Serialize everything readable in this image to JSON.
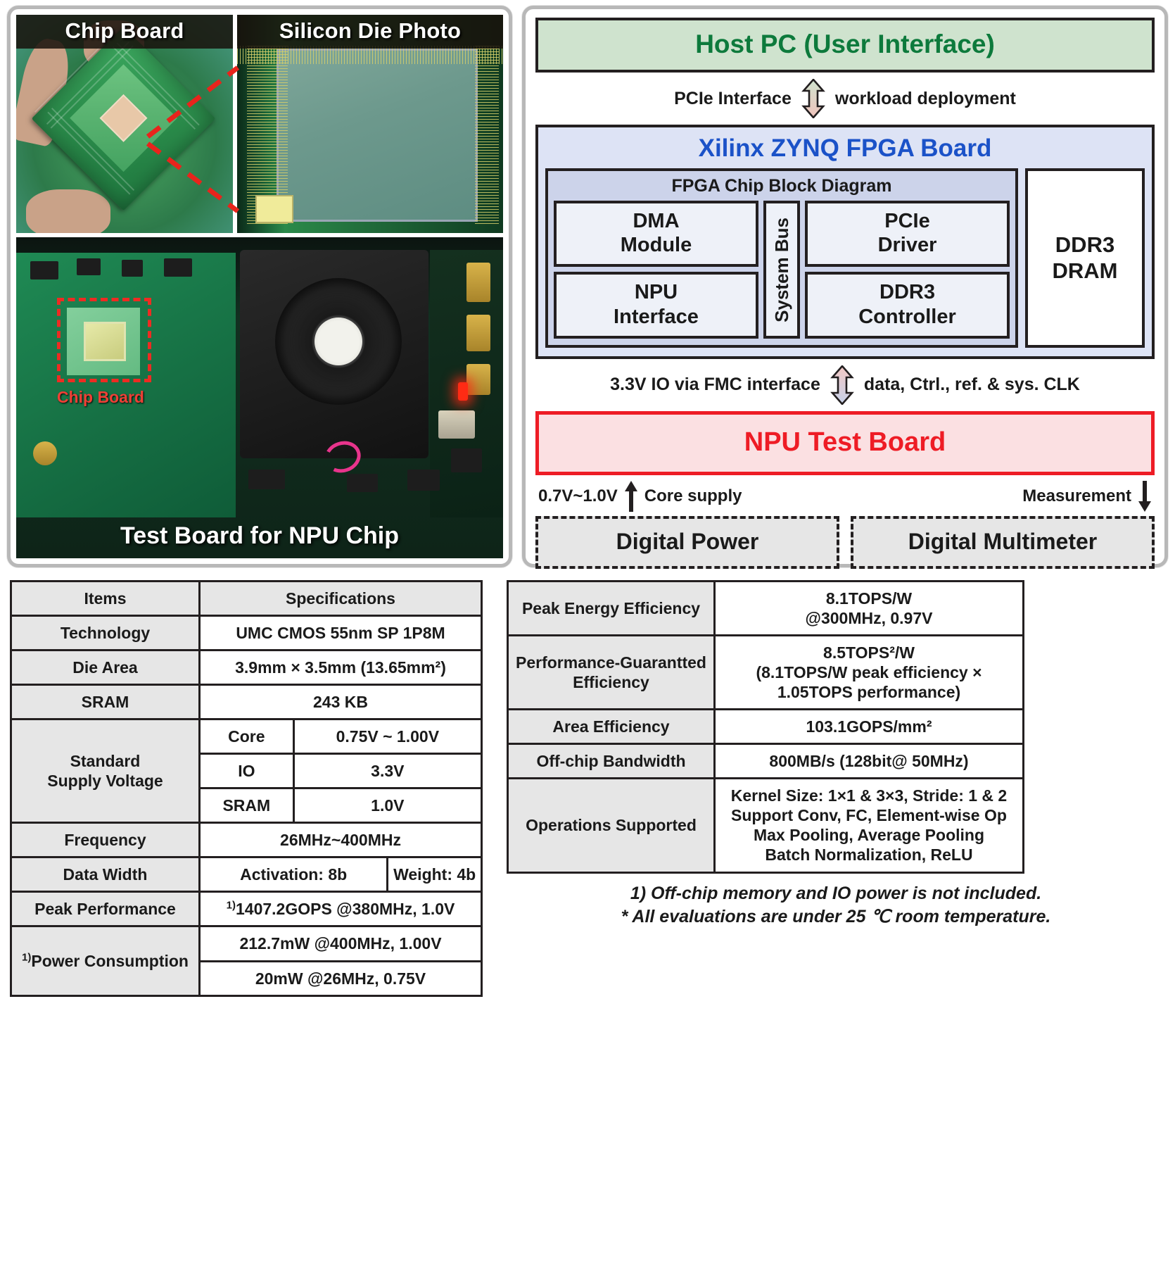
{
  "photos": {
    "chip_board_label": "Chip Board",
    "silicon_die_label": "Silicon Die Photo",
    "chip_board_tag": "Chip Board",
    "board_caption": "Test Board for NPU Chip"
  },
  "diagram": {
    "host_pc": "Host PC (User Interface)",
    "pcie_left": "PCIe Interface",
    "pcie_right": "workload deployment",
    "fpga_board_title": "Xilinx ZYNQ FPGA Board",
    "fpga_chip_title": "FPGA Chip Block Diagram",
    "blocks": {
      "dma": "DMA\nModule",
      "dma_line1": "DMA",
      "dma_line2": "Module",
      "npu_if_line1": "NPU",
      "npu_if_line2": "Interface",
      "system_bus": "System Bus",
      "pcie_line1": "PCIe",
      "pcie_line2": "Driver",
      "ddr3c_line1": "DDR3",
      "ddr3c_line2": "Controller",
      "ddr3_dram_line1": "DDR3",
      "ddr3_dram_line2": "DRAM"
    },
    "fmc_left": "3.3V IO via FMC interface",
    "fmc_right": "data, Ctrl., ref. & sys. CLK",
    "npu_test_board": "NPU Test Board",
    "core_supply_voltage": "0.7V~1.0V",
    "core_supply_label": "Core supply",
    "measurement_label": "Measurement",
    "digital_power": "Digital Power",
    "digital_multimeter": "Digital Multimeter"
  },
  "left_table": {
    "header": {
      "items": "Items",
      "specs": "Specifications"
    },
    "rows": [
      {
        "label": "Technology",
        "value": "UMC CMOS 55nm SP 1P8M"
      },
      {
        "label": "Die Area",
        "value": "3.9mm × 3.5mm (13.65mm²)"
      },
      {
        "label": "SRAM",
        "value": "243 KB"
      }
    ],
    "supply": {
      "label_line1": "Standard",
      "label_line2": "Supply Voltage",
      "sub": [
        {
          "name": "Core",
          "value": "0.75V ~ 1.00V"
        },
        {
          "name": "IO",
          "value": "3.3V"
        },
        {
          "name": "SRAM",
          "value": "1.0V"
        }
      ]
    },
    "frequency": {
      "label": "Frequency",
      "value": "26MHz~400MHz"
    },
    "data_width": {
      "label": "Data Width",
      "activation": "Activation: 8b",
      "weight": "Weight: 4b"
    },
    "peak_performance": {
      "label": "Peak Performance",
      "sup": "1)",
      "value": "1407.2GOPS @380MHz, 1.0V"
    },
    "power_consumption": {
      "sup": "1)",
      "label": "Power Consumption",
      "values": [
        "212.7mW @400MHz, 1.00V",
        "20mW @26MHz, 0.75V"
      ]
    }
  },
  "right_table": {
    "rows": [
      {
        "label": "Peak Energy Efficiency",
        "value_lines": [
          "8.1TOPS/W",
          "@300MHz, 0.97V"
        ]
      },
      {
        "label_lines": [
          "Performance-Guarantted",
          "Efficiency"
        ],
        "value_lines": [
          "8.5TOPS²/W",
          "(8.1TOPS/W peak efficiency ×",
          "1.05TOPS performance)"
        ]
      },
      {
        "label": "Area Efficiency",
        "value_lines": [
          "103.1GOPS/mm²"
        ]
      },
      {
        "label": "Off-chip Bandwidth",
        "value_lines": [
          "800MB/s (128bit@ 50MHz)"
        ]
      },
      {
        "label": "Operations Supported",
        "value_lines": [
          "Kernel Size: 1×1 & 3×3,   Stride: 1 & 2",
          "Support Conv, FC, Element-wise Op",
          "Max Pooling, Average Pooling",
          "Batch Normalization, ReLU"
        ]
      }
    ],
    "footnotes": [
      "1) Off-chip memory and IO power is not included.",
      "* All evaluations are under 25 ℃  room temperature."
    ]
  },
  "colors": {
    "host_pc_text": "#0d7a3c",
    "host_pc_bg": "#cfe3ce",
    "fpga_title_text": "#1b52c8",
    "fpga_bg": "#dde3f5",
    "npu_board_text": "#ee1c25",
    "npu_board_bg": "#fbe0e2",
    "table_header_bg": "#e6e6e6"
  }
}
